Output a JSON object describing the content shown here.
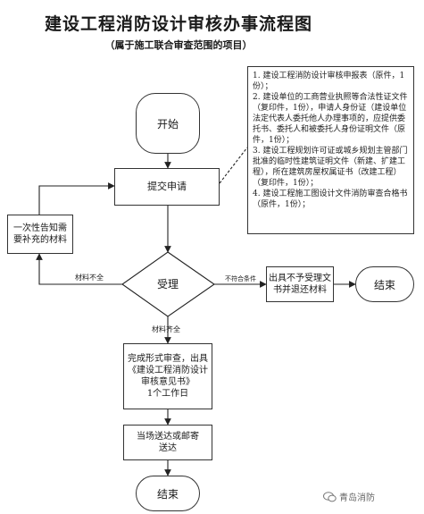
{
  "title": "建设工程消防设计审核办事流程图",
  "subtitle": "（属于施工联合审查范围的项目）",
  "nodes": {
    "start": "开始",
    "submit": "提交申请",
    "review": "受理",
    "supplement": "一次性告知需\n要补充的材料",
    "reject": "出具不予受理文\n书并退还材料",
    "end_right": "结束",
    "formal_review": "完成形式审查，出具\n《建设工程消防设计\n审核意见书》\n1个工作日",
    "deliver": "当场送达或邮寄\n送达",
    "end_bottom": "结束"
  },
  "edge_labels": {
    "incomplete": "材料不全",
    "not_qualified": "不符合条件",
    "complete": "材料齐全"
  },
  "documents": [
    "1. 建设工程消防设计审核申报表（原件，1份）；",
    "2. 建设单位的工商营业执照等合法性证文件（复印件，1份），申请人身份证（建设单位法定代表人委托他人办理事项的，应提供委托书、委托人和被委托人身份证明文件（原件，1份）；",
    "3. 建设工程规划许可证或城乡规划主管部门批准的临时性建筑证明文件（新建、扩建工程），所在建筑房屋权属证书（改建工程）（复印件，1份）；",
    "4. 建设工程施工图设计文件消防审查合格书（原件，1份）；"
  ],
  "watermark": "青岛消防"
}
